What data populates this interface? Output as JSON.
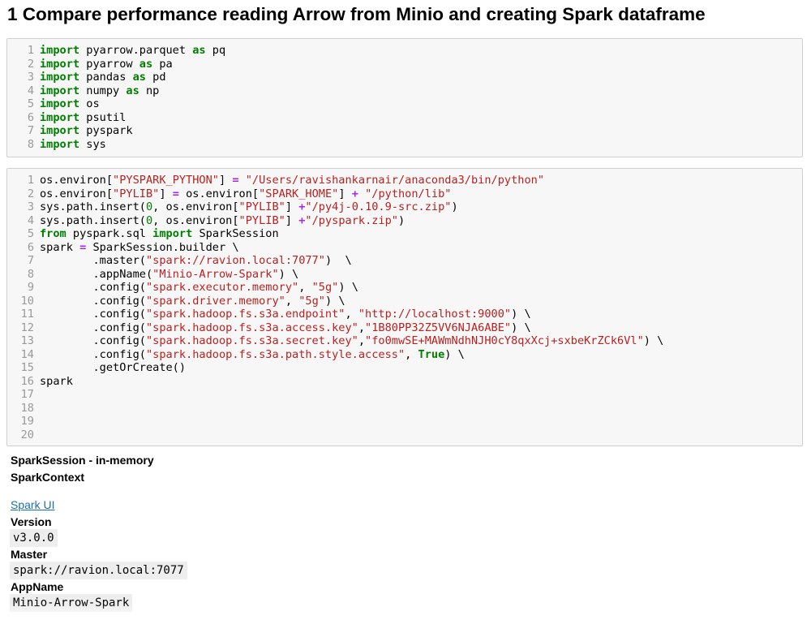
{
  "heading": "1  Compare performance reading Arrow from Minio and creating Spark dataframe",
  "cells": [
    {
      "lines": [
        [
          [
            "kw",
            "import"
          ],
          [
            "src",
            " pyarrow.parquet "
          ],
          [
            "kw",
            "as"
          ],
          [
            "src",
            " pq"
          ]
        ],
        [
          [
            "kw",
            "import"
          ],
          [
            "src",
            " pyarrow "
          ],
          [
            "kw",
            "as"
          ],
          [
            "src",
            " pa"
          ]
        ],
        [
          [
            "kw",
            "import"
          ],
          [
            "src",
            " pandas "
          ],
          [
            "kw",
            "as"
          ],
          [
            "src",
            " pd"
          ]
        ],
        [
          [
            "kw",
            "import"
          ],
          [
            "src",
            " numpy "
          ],
          [
            "kw",
            "as"
          ],
          [
            "src",
            " np"
          ]
        ],
        [
          [
            "kw",
            "import"
          ],
          [
            "src",
            " os"
          ]
        ],
        [
          [
            "kw",
            "import"
          ],
          [
            "src",
            " psutil"
          ]
        ],
        [
          [
            "kw",
            "import"
          ],
          [
            "src",
            " pyspark"
          ]
        ],
        [
          [
            "kw",
            "import"
          ],
          [
            "src",
            " sys"
          ]
        ]
      ]
    },
    {
      "lines": [
        [
          [
            "src",
            "os.environ["
          ],
          [
            "str",
            "\"PYSPARK_PYTHON\""
          ],
          [
            "src",
            "] "
          ],
          [
            "op",
            "="
          ],
          [
            "src",
            " "
          ],
          [
            "str",
            "\"/Users/ravishankarnair/anaconda3/bin/python\""
          ]
        ],
        [
          [
            "src",
            "os.environ["
          ],
          [
            "str",
            "\"PYLIB\""
          ],
          [
            "src",
            "] "
          ],
          [
            "op",
            "="
          ],
          [
            "src",
            " os.environ["
          ],
          [
            "str",
            "\"SPARK_HOME\""
          ],
          [
            "src",
            "] "
          ],
          [
            "op",
            "+"
          ],
          [
            "src",
            " "
          ],
          [
            "str",
            "\"/python/lib\""
          ]
        ],
        [
          [
            "src",
            "sys.path.insert("
          ],
          [
            "num",
            "0"
          ],
          [
            "src",
            ", os.environ["
          ],
          [
            "str",
            "\"PYLIB\""
          ],
          [
            "src",
            "] "
          ],
          [
            "op",
            "+"
          ],
          [
            "str",
            "\"/py4j-0.10.9-src.zip\""
          ],
          [
            "src",
            ")"
          ]
        ],
        [
          [
            "src",
            "sys.path.insert("
          ],
          [
            "num",
            "0"
          ],
          [
            "src",
            ", os.environ["
          ],
          [
            "str",
            "\"PYLIB\""
          ],
          [
            "src",
            "] "
          ],
          [
            "op",
            "+"
          ],
          [
            "str",
            "\"/pyspark.zip\""
          ],
          [
            "src",
            ")"
          ]
        ],
        [
          [
            "kw",
            "from"
          ],
          [
            "src",
            " pyspark.sql "
          ],
          [
            "kw",
            "import"
          ],
          [
            "src",
            " SparkSession"
          ]
        ],
        [
          [
            "src",
            "spark "
          ],
          [
            "op",
            "="
          ],
          [
            "src",
            " SparkSession.builder \\"
          ]
        ],
        [
          [
            "src",
            "        .master("
          ],
          [
            "str",
            "\"spark://ravion.local:7077\""
          ],
          [
            "src",
            ")  \\"
          ]
        ],
        [
          [
            "src",
            "        .appName("
          ],
          [
            "str",
            "\"Minio-Arrow-Spark\""
          ],
          [
            "src",
            ") \\"
          ]
        ],
        [
          [
            "src",
            "        .config("
          ],
          [
            "str",
            "\"spark.executor.memory\""
          ],
          [
            "src",
            ", "
          ],
          [
            "str",
            "\"5g\""
          ],
          [
            "src",
            ") \\"
          ]
        ],
        [
          [
            "src",
            "        .config("
          ],
          [
            "str",
            "\"spark.driver.memory\""
          ],
          [
            "src",
            ", "
          ],
          [
            "str",
            "\"5g\""
          ],
          [
            "src",
            ") \\"
          ]
        ],
        [
          [
            "src",
            "        .config("
          ],
          [
            "str",
            "\"spark.hadoop.fs.s3a.endpoint\""
          ],
          [
            "src",
            ", "
          ],
          [
            "str",
            "\"http://localhost:9000\""
          ],
          [
            "src",
            ") \\"
          ]
        ],
        [
          [
            "src",
            "        .config("
          ],
          [
            "str",
            "\"spark.hadoop.fs.s3a.access.key\""
          ],
          [
            "src",
            ","
          ],
          [
            "str",
            "\"1B80PP32Z5VV6NJA6ABE\""
          ],
          [
            "src",
            ") \\"
          ]
        ],
        [
          [
            "src",
            "        .config("
          ],
          [
            "str",
            "\"spark.hadoop.fs.s3a.secret.key\""
          ],
          [
            "src",
            ","
          ],
          [
            "str",
            "\"fo0mwSE+MAWmNdhNJH0cY8qxXcj+sxbeKrZCk6Vl\""
          ],
          [
            "src",
            ") \\"
          ]
        ],
        [
          [
            "src",
            "        .config("
          ],
          [
            "str",
            "\"spark.hadoop.fs.s3a.path.style.access\""
          ],
          [
            "src",
            ", "
          ],
          [
            "kw",
            "True"
          ],
          [
            "src",
            ") \\"
          ]
        ],
        [
          [
            "src",
            "        .getOrCreate()"
          ]
        ],
        [
          [
            "src",
            "spark"
          ]
        ],
        [
          [
            "src",
            ""
          ]
        ],
        [
          [
            "src",
            ""
          ]
        ],
        [
          [
            "src",
            ""
          ]
        ],
        [
          [
            "src",
            ""
          ]
        ]
      ]
    }
  ],
  "output": {
    "session_title": "SparkSession - in-memory",
    "context_title": "SparkContext",
    "spark_ui_link": "Spark UI",
    "version_label": "Version",
    "version_value": "v3.0.0",
    "master_label": "Master",
    "master_value": "spark://ravion.local:7077",
    "appname_label": "AppName",
    "appname_value": "Minio-Arrow-Spark"
  },
  "colors": {
    "keyword": "#008000",
    "string": "#ba2121",
    "operator": "#aa22ff",
    "line_number": "#999999",
    "link": "#1a6fb4",
    "cell_bg": "#f7f7f7"
  }
}
